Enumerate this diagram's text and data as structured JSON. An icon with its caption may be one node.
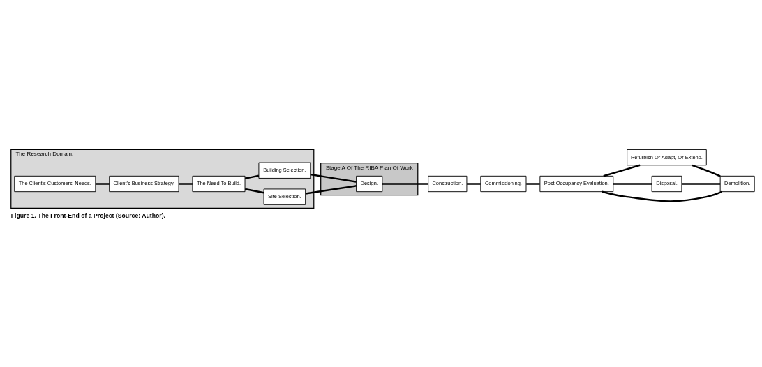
{
  "diagram": {
    "caption": "Figure 1. The Front-End of a Project (Source: Author).",
    "nodes": [
      {
        "text": [
          "The Research Domain."
        ]
      },
      {
        "text": [
          "The Client's Customers' Needs."
        ],
        "in": 0
      },
      {
        "text": [
          "Client's Business Strategy."
        ],
        "in": 0
      },
      {
        "text": [
          "The Need To Build."
        ],
        "in": 0
      },
      {
        "text": [
          "Site Selection."
        ],
        "in": 0
      },
      {
        "text": [
          "Building Selection."
        ],
        "in": 0
      },
      {
        "text": [
          "Stage A Of The RIBA Plan Of Work"
        ]
      },
      {
        "text": [
          "Design."
        ],
        "in": 6
      },
      {
        "text": [
          "Construction."
        ]
      },
      {
        "text": [
          "Commissioning."
        ]
      },
      {
        "text": [
          "Post Occupancy Evaluation."
        ]
      },
      {
        "text": [
          "Refurbish Or Adapt, Or Extend."
        ]
      },
      {
        "text": [
          "Disposal."
        ]
      },
      {
        "text": [
          "Demolition."
        ]
      }
    ],
    "edges": [
      {
        "from": 1,
        "to": 2,
        "arrow": "none"
      },
      {
        "from": 2,
        "to": 3,
        "arrow": "none"
      },
      {
        "from": 3,
        "to": 4,
        "arrow": "none"
      },
      {
        "from": 3,
        "to": 5,
        "arrow": "none"
      },
      {
        "from": 4,
        "to": 7,
        "arrow": "none"
      },
      {
        "from": 5,
        "to": 7,
        "arrow": "none"
      },
      {
        "from": 7,
        "to": 8,
        "arrow": "none"
      },
      {
        "from": 8,
        "to": 9,
        "arrow": "none"
      },
      {
        "from": 9,
        "to": 10,
        "arrow": "none"
      },
      {
        "from": 10,
        "to": 11,
        "arrow": "none"
      },
      {
        "from": 10,
        "to": 12,
        "arrow": "none"
      },
      {
        "from": 10,
        "to": 13,
        "arrow": "none"
      },
      {
        "from": 11,
        "to": 13,
        "arrow": "none"
      },
      {
        "from": 12,
        "to": 13,
        "arrow": "none"
      }
    ]
  }
}
